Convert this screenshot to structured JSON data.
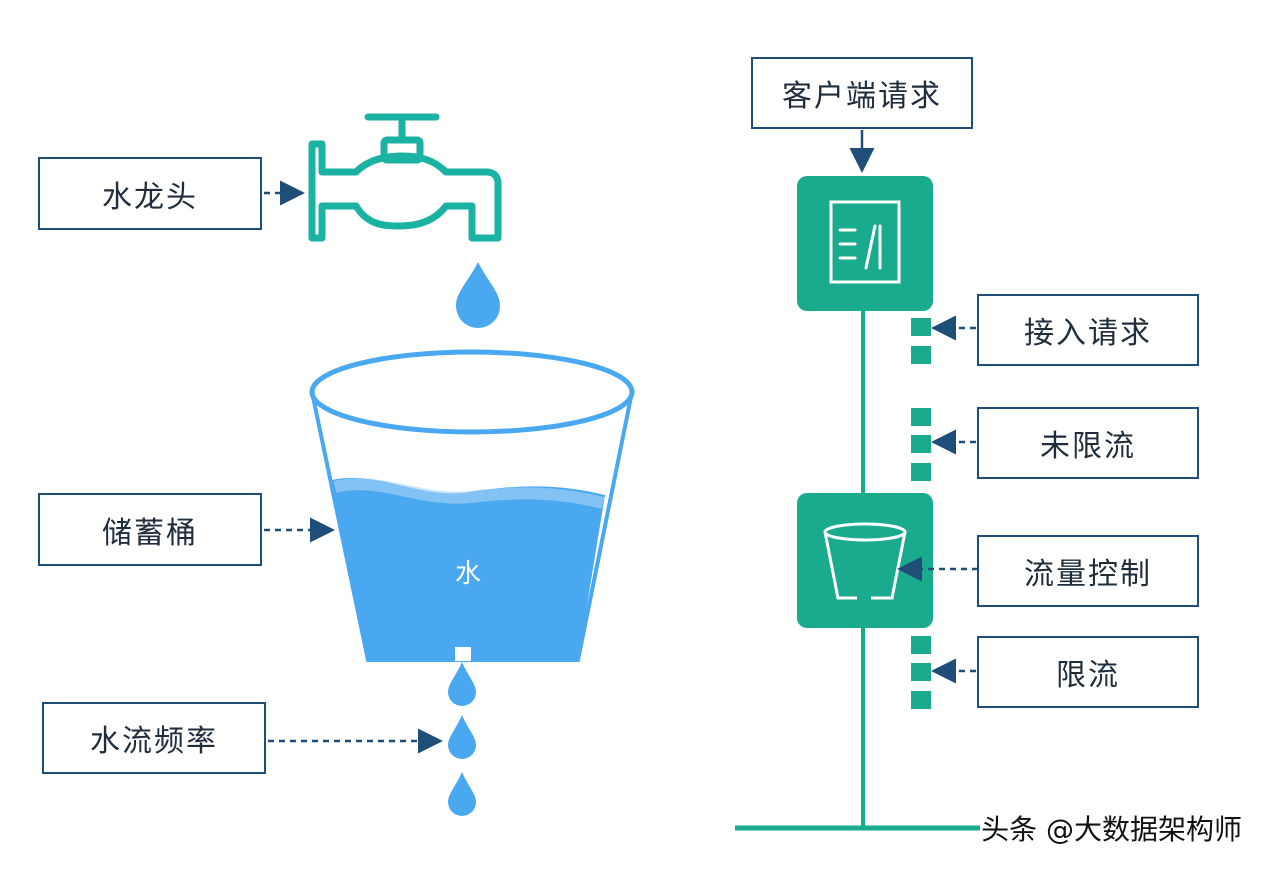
{
  "left": {
    "faucet_label": "水龙头",
    "bucket_label": "储蓄桶",
    "bucket_content": "水",
    "flow_label": "水流频率"
  },
  "right": {
    "client_label": "客户端请求",
    "accept_label": "接入请求",
    "unlimited_label": "未限流",
    "control_label": "流量控制",
    "limited_label": "限流"
  },
  "watermark": "头条 @大数据架构师",
  "colors": {
    "teal": "#1aaa8e",
    "water": "#4aa8f0",
    "water_dark": "#2f96ea",
    "navy": "#1f4e79",
    "faucet": "#1ab2a3"
  }
}
